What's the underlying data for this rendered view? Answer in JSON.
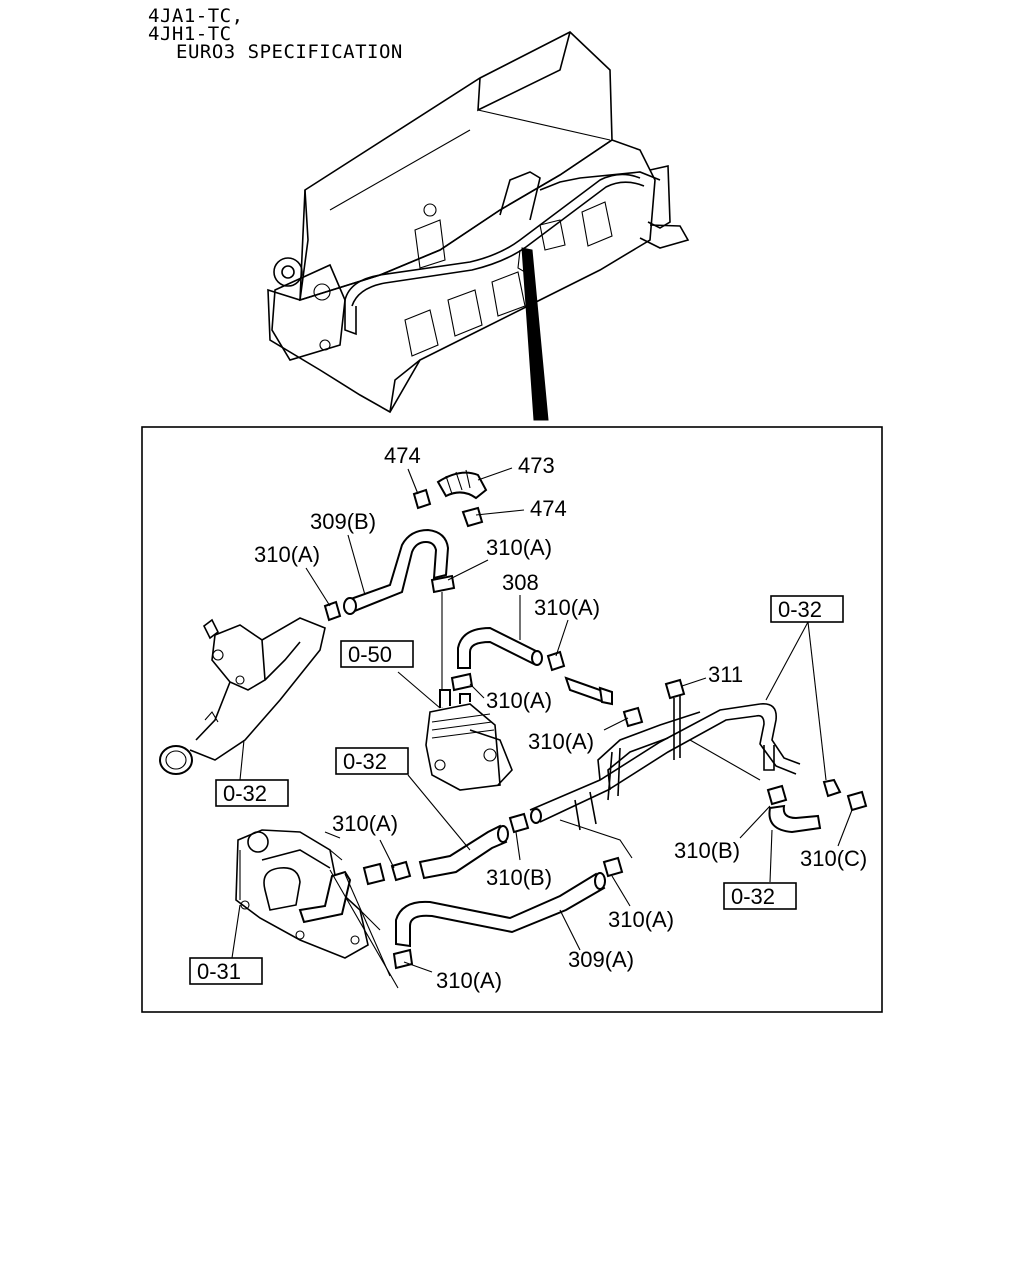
{
  "header": {
    "line1": "4JA1-TC,",
    "line2": "4JH1-TC",
    "line3": "EURO3 SPECIFICATION"
  },
  "callouts": {
    "c474a": "474",
    "c473": "473",
    "c474b": "474",
    "c309b": "309(B)",
    "c310a_1": "310(A)",
    "c310a_2": "310(A)",
    "c308": "308",
    "c310a_3": "310(A)",
    "c311": "311",
    "c310a_4": "310(A)",
    "c310a_5": "310(A)",
    "c310a_6": "310(A)",
    "c310b_1": "310(B)",
    "c310b_2": "310(B)",
    "c310c": "310(C)",
    "c310a_7": "310(A)",
    "c309a": "309(A)",
    "c310a_8": "310(A)"
  },
  "refs": {
    "r032_top": "0-32",
    "r050": "0-50",
    "r032_left": "0-32",
    "r032_mid": "0-32",
    "r032_right": "0-32",
    "r031": "0-31"
  }
}
